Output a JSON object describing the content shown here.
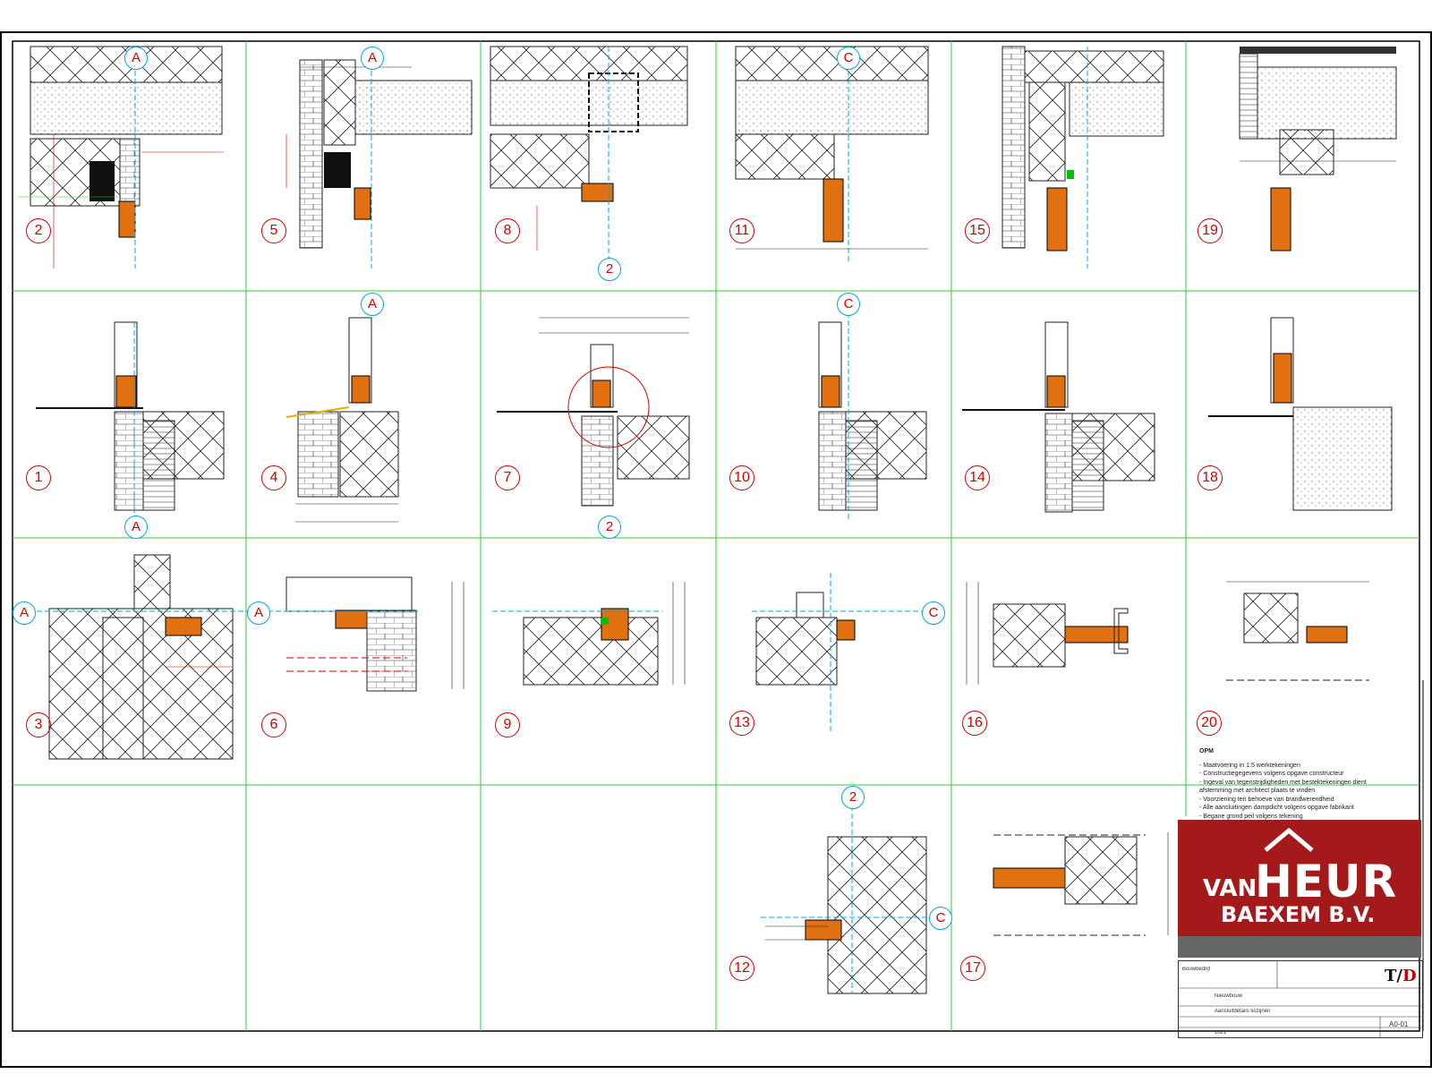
{
  "details": [
    {
      "id": "d2",
      "label": "2"
    },
    {
      "id": "d5",
      "label": "5"
    },
    {
      "id": "d8",
      "label": "8"
    },
    {
      "id": "d11",
      "label": "11"
    },
    {
      "id": "d15",
      "label": "15"
    },
    {
      "id": "d19",
      "label": "19"
    },
    {
      "id": "d1",
      "label": "1"
    },
    {
      "id": "d4",
      "label": "4"
    },
    {
      "id": "d7",
      "label": "7"
    },
    {
      "id": "d10",
      "label": "10"
    },
    {
      "id": "d14",
      "label": "14"
    },
    {
      "id": "d18",
      "label": "18"
    },
    {
      "id": "d3",
      "label": "3"
    },
    {
      "id": "d6",
      "label": "6"
    },
    {
      "id": "d9",
      "label": "9"
    },
    {
      "id": "d13",
      "label": "13"
    },
    {
      "id": "d16",
      "label": "16"
    },
    {
      "id": "d20",
      "label": "20"
    },
    {
      "id": "d12",
      "label": "12"
    },
    {
      "id": "d17",
      "label": "17"
    }
  ],
  "grid_labels": {
    "a": "A",
    "c": "C",
    "two": "2"
  },
  "notes": {
    "heading": "OPM",
    "lines": [
      "- Maatvoering in 1:5 werktekeningen",
      "- Constructiegegevens volgens opgave constructeur",
      "- Ingeval van tegenstrijdigheden met bestektekeningen dient",
      "  afstemming met architect plaats te vinden",
      "- Voorziening ten behoeve van brandwerendheid",
      "- Alle aansluitingen dampdicht volgens opgave fabrikant",
      "- Begane grond peil volgens tekening"
    ]
  },
  "logo": {
    "van": "VAN",
    "heur": "HEUR",
    "baexem": "BAEXEM B.V."
  },
  "titleblock": {
    "logo_t": "T/",
    "logo_d": "D",
    "company": "Bouwbedrijf",
    "project": "Nieuwbouw",
    "subject": "Aansluitdetails kozijnen",
    "date": "2021",
    "sheet": "A0-01"
  },
  "colors": {
    "frame": "#000000",
    "grid": "#2ed02e",
    "axis": "#00a8d8",
    "annotation": "#d00000",
    "hatch": "#222222",
    "highlight": "#00c000",
    "frame_fill": "#e07010"
  }
}
